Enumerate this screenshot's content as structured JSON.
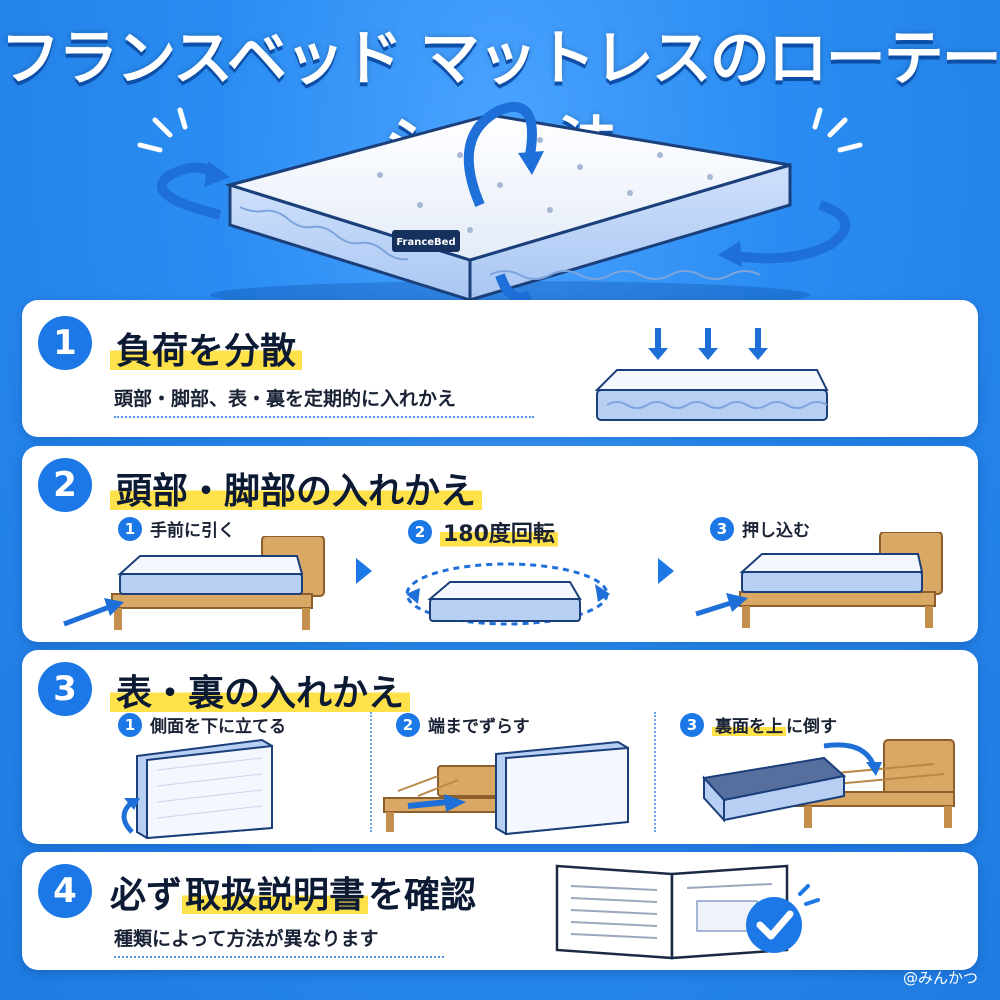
{
  "title": "フランスベッド マットレスのローテーション法",
  "hero": {
    "brand_label": "FranceBed"
  },
  "sections": [
    {
      "number": "1",
      "heading": "負荷を分散",
      "subtitle": "頭部・脚部、表・裏を定期的に入れかえ"
    },
    {
      "number": "2",
      "heading": "頭部・脚部の入れかえ",
      "steps": [
        {
          "number": "1",
          "label": "手前に引く"
        },
        {
          "number": "2",
          "label": "180度回転"
        },
        {
          "number": "3",
          "label": "押し込む"
        }
      ]
    },
    {
      "number": "3",
      "heading": "表・裏の入れかえ",
      "steps": [
        {
          "number": "1",
          "label": "側面を下に立てる"
        },
        {
          "number": "2",
          "label": "端までずらす"
        },
        {
          "number": "3",
          "label_highlight": "裏面を上",
          "label_rest": "に倒す"
        }
      ]
    },
    {
      "number": "4",
      "heading_pre": "必ず",
      "heading_highlight": "取扱説明書",
      "heading_post": "を確認",
      "subtitle": "種類によって方法が異なります"
    }
  ],
  "credit": "@みんかつ",
  "colors": {
    "accent": "#1c78e6",
    "highlight": "#ffe14a",
    "background": "#2a8cf2"
  }
}
